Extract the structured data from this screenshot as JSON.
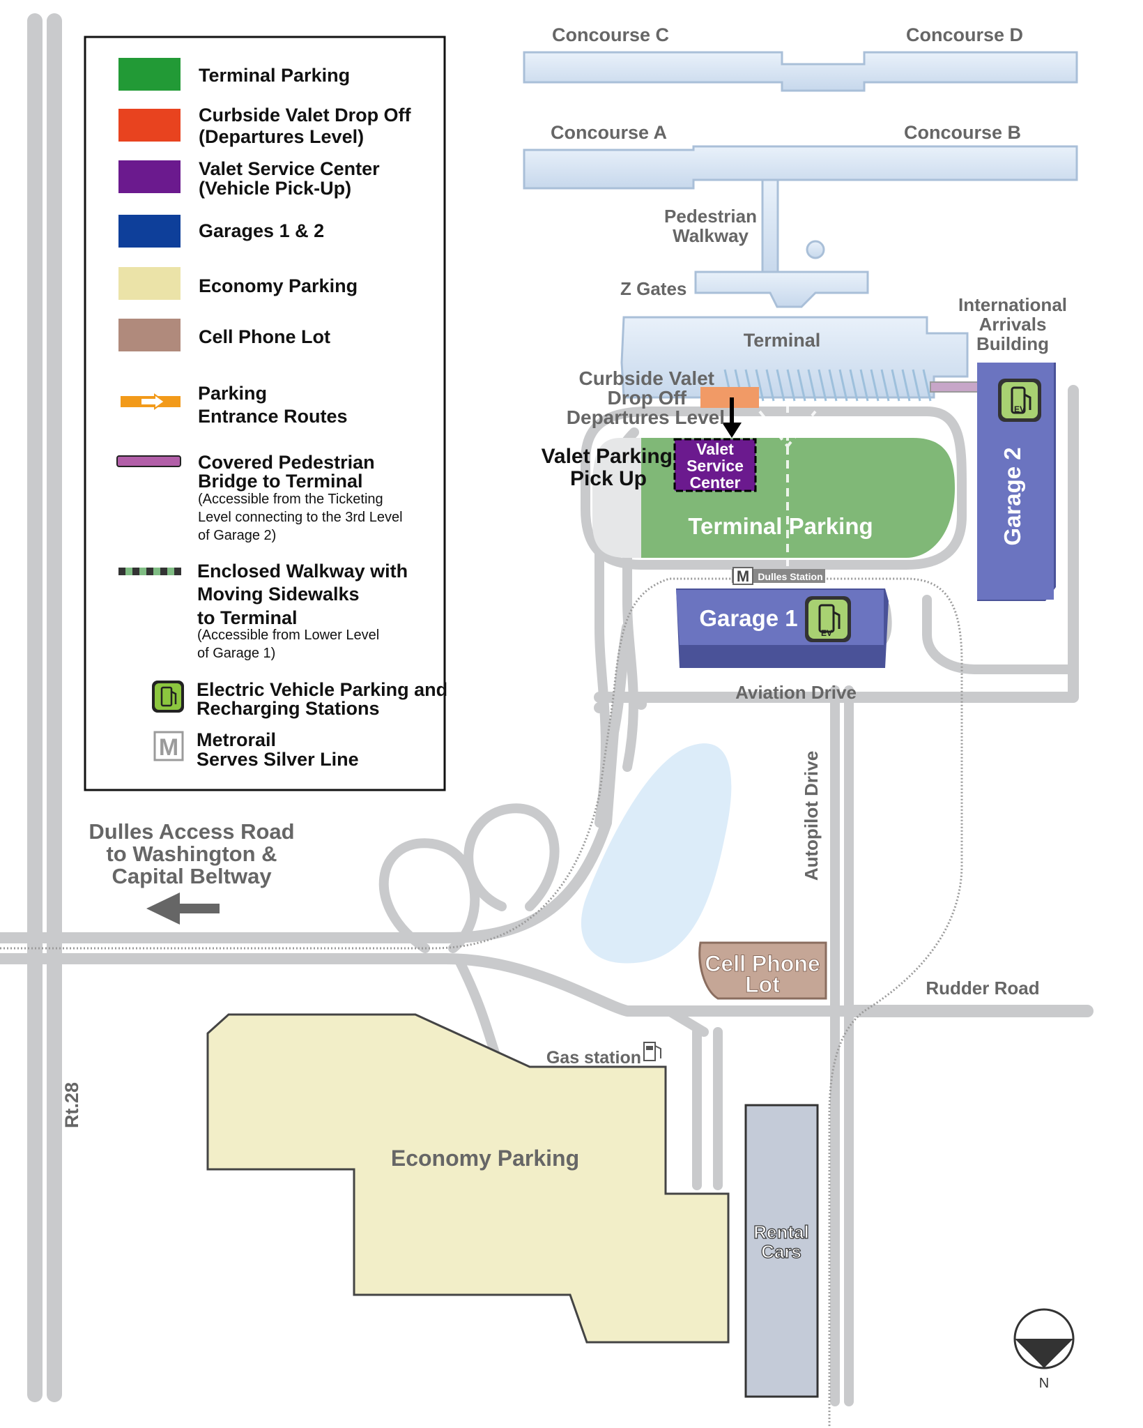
{
  "legend": {
    "items": [
      {
        "label_lines": [
          "Terminal Parking"
        ],
        "color": "#229a36"
      },
      {
        "label_lines": [
          "Curbside Valet Drop Off",
          "(Departures Level)"
        ],
        "color": "#e8431f"
      },
      {
        "label_lines": [
          "Valet Service Center",
          "(Vehicle Pick-Up)"
        ],
        "color": "#6b1a8e"
      },
      {
        "label_lines": [
          "Garages 1 & 2"
        ],
        "color": "#0e3f9a"
      },
      {
        "label_lines": [
          "Economy Parking"
        ],
        "color": "#ebe3a8"
      },
      {
        "label_lines": [
          "Cell Phone Lot"
        ],
        "color": "#b08a7c"
      },
      {
        "label_lines": [
          "Parking",
          "Entrance Routes"
        ],
        "color": "#f29a1a"
      },
      {
        "label_lines": [
          "Covered Pedestrian",
          "Bridge to Terminal"
        ],
        "note_lines": [
          "(Accessible from the Ticketing",
          "Level connecting to the 3rd Level",
          "of Garage 2)"
        ],
        "color": "#b25fa8"
      },
      {
        "label_lines": [
          "Enclosed Walkway with",
          "Moving Sidewalks",
          "to Terminal"
        ],
        "note_lines": [
          "(Accessible from Lower Level",
          "of Garage 1)"
        ],
        "color": "#4d7a4d"
      },
      {
        "label_lines": [
          "Electric Vehicle Parking and",
          "Recharging Stations"
        ],
        "color": "#8cc63f"
      },
      {
        "label_lines": [
          "Metrorail",
          "Serves Silver Line"
        ],
        "color": "#9b9b9b"
      }
    ]
  },
  "map": {
    "concourse_c": "Concourse C",
    "concourse_d": "Concourse D",
    "concourse_a": "Concourse A",
    "concourse_b": "Concourse B",
    "pedestrian_walkway": [
      "Pedestrian",
      "Walkway"
    ],
    "z_gates": "Z Gates",
    "terminal": "Terminal",
    "international_arrivals": [
      "International",
      "Arrivals",
      "Building"
    ],
    "curbside_valet": [
      "Curbside Valet",
      "Drop Off",
      "Departures Level"
    ],
    "valet_parking_pickup": [
      "Valet Parking",
      "Pick Up"
    ],
    "valet_service_center": [
      "Valet",
      "Service",
      "Center"
    ],
    "terminal_parking": "Terminal Parking",
    "garage_2": "Garage 2",
    "garage_1": "Garage 1",
    "metro_letter": "M",
    "dulles_station": "Dulles Station",
    "ev_label": "EV",
    "aviation_drive": "Aviation Drive",
    "autopilot_drive": "Autopilot Drive",
    "dulles_access_road": [
      "Dulles Access Road",
      "to Washington &",
      "Capital Beltway"
    ],
    "cell_phone_lot": [
      "Cell Phone",
      "Lot"
    ],
    "rudder_road": "Rudder Road",
    "gas_station": "Gas station",
    "economy_parking": "Economy Parking",
    "rental_cars": [
      "Rental",
      "Cars"
    ],
    "rt28": "Rt.28",
    "north": "N"
  },
  "colors": {
    "road": "#c9cacc",
    "building": "#dde9f5",
    "building_edge": "#a9bfd8",
    "terminal_parking_map": "#80b877",
    "garage_map": "#6b74c0",
    "economy_map": "#f2eec8",
    "cell_lot_map": "#c5a696",
    "valet_curb": "#f19a66",
    "valet_center": "#6b1a8e",
    "pond": "#dcecf9",
    "label_gray": "#666666"
  }
}
